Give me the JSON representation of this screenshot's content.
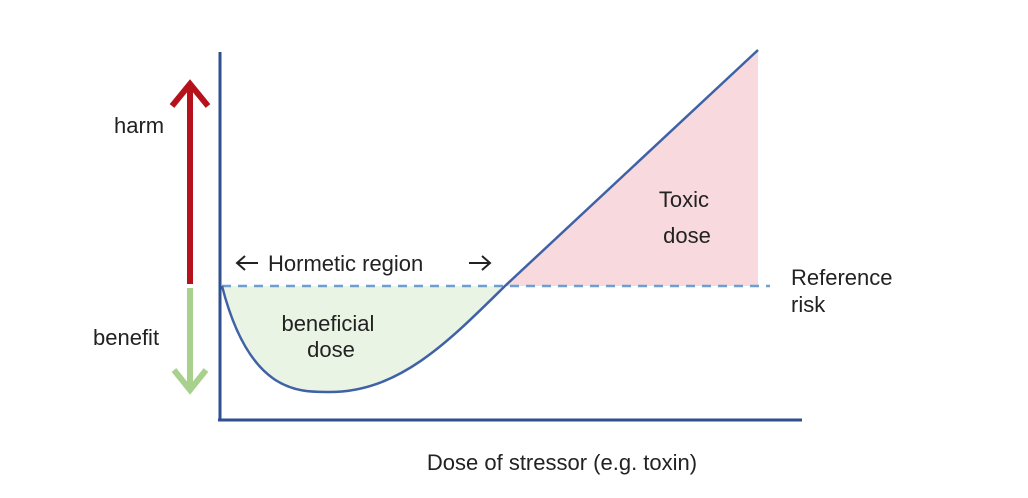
{
  "labels": {
    "harm": "harm",
    "benefit": "benefit",
    "hormetic_region": "Hormetic region",
    "beneficial_dose": [
      "beneficial",
      "dose"
    ],
    "toxic_dose": [
      "Toxic",
      "dose"
    ],
    "reference_risk": [
      "Reference",
      "risk"
    ],
    "x_axis": "Dose of stressor (e.g. toxin)"
  },
  "colors": {
    "axis": "#2f4f8f",
    "curve": "#3f62a6",
    "reference_line": "#6d9fd0",
    "harm_arrow": "#b5121b",
    "benefit_arrow": "#a9d18e",
    "beneficial_fill": "#e9f4e4",
    "toxic_fill": "#f8d9de",
    "text": "#222222"
  }
}
